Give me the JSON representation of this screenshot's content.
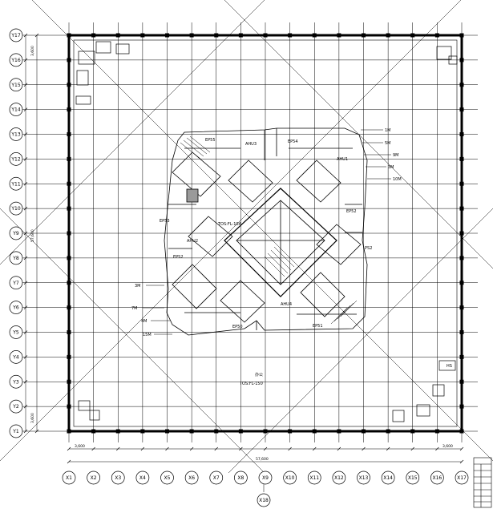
{
  "grid_rows": [
    "Y17",
    "Y16",
    "Y15",
    "Y14",
    "Y13",
    "Y12",
    "Y11",
    "Y10",
    "Y9",
    "Y8",
    "Y7",
    "Y6",
    "Y5",
    "Y4",
    "Y3",
    "Y2",
    "Y1"
  ],
  "grid_cols": [
    "X1",
    "X2",
    "X3",
    "X4",
    "X5",
    "X6",
    "X7",
    "X8",
    "X9",
    "X10",
    "X11",
    "X12",
    "X13",
    "X14",
    "X15",
    "X16",
    "X17"
  ],
  "extra_col": "X18",
  "dims": {
    "bottom_first": "3,600",
    "bottom_last": "3,600",
    "bottom_total": "57,600",
    "left_top": "3,600",
    "left_mid": "57,600",
    "left_bottom": "3,600"
  },
  "rooms": {
    "ep55": "EP55",
    "ahu3": "AHU3",
    "ep54": "EP54",
    "ahu2": "AHU2",
    "eps2": "EPS2",
    "ep53": "EP53",
    "ps2": "PS2",
    "ep50": "EP50",
    "ep51": "EP51",
    "ahu4": "AHU4",
    "ep52": "EP52",
    "ahu1": "AHU1",
    "tos_upper": "TOS:FL-10A",
    "zone": "办公",
    "tos_lower": "TOS:FL-150",
    "hs": "HS"
  },
  "callouts": [
    "1M",
    "5M",
    "9M",
    "3M",
    "10M"
  ],
  "callouts_left": [
    "3M",
    "7M",
    "4M",
    "15M"
  ]
}
